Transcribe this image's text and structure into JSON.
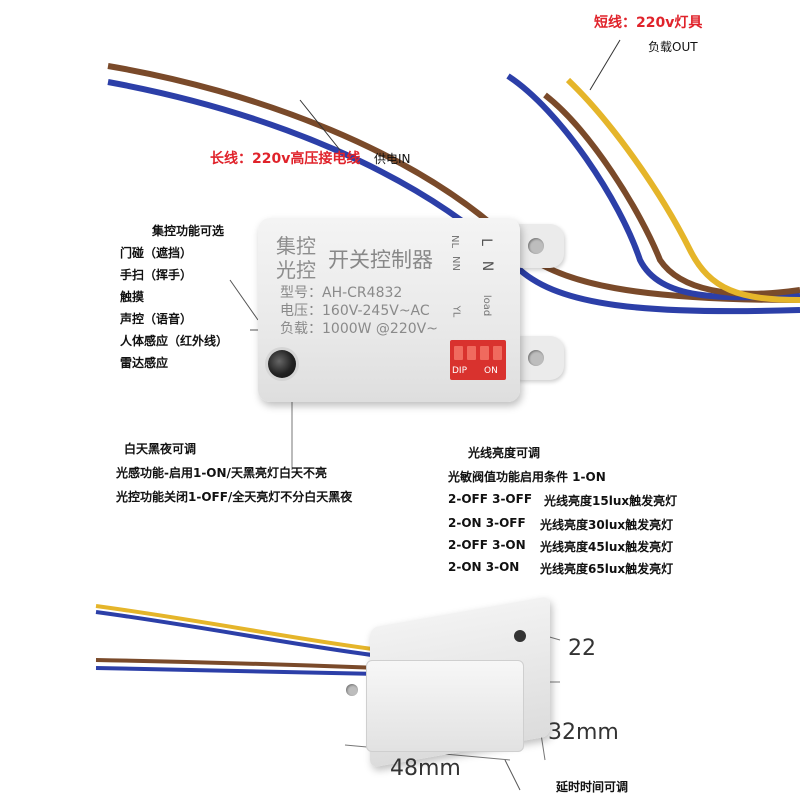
{
  "top_right": {
    "short_wire": "短线：220v灯具",
    "load_out": "负载OUT"
  },
  "long_wire": {
    "label": "长线：220v高压接电线",
    "supply": "供电IN"
  },
  "central_control": {
    "title": "集控功能可选",
    "items": [
      "门碰（遮挡）",
      "手扫（挥手）",
      "触摸",
      "声控（语音）",
      "人体感应（红外线）",
      "雷达感应"
    ]
  },
  "device": {
    "brand_line1": "集控",
    "brand_line2": "光控",
    "name": "开关控制器",
    "model": "型号：AH-CR4832",
    "voltage": "电压：160V-245V~AC",
    "load": "负载：1000W @220V~",
    "terminal_l": "L",
    "terminal_n": "N",
    "terminal_ln": "NL",
    "terminal_nn": "NN",
    "terminal_load": "load",
    "terminal_yl": "YL",
    "dip": "DIP",
    "on": "ON"
  },
  "day_night": {
    "title": "白天黑夜可调",
    "line1": "光感功能-启用1-ON/天黑亮灯白天不亮",
    "line2": "光控功能关闭1-OFF/全天亮灯不分白天黑夜"
  },
  "brightness": {
    "title": "光线亮度可调",
    "condition": "光敏阀值功能启用条件   1-ON",
    "rows": [
      {
        "sw": "2-OFF  3-OFF",
        "desc": "光线亮度15lux触发亮灯"
      },
      {
        "sw": "2-ON  3-OFF",
        "desc": "光线亮度30lux触发亮灯"
      },
      {
        "sw": "2-OFF  3-ON",
        "desc": "光线亮度45lux触发亮灯"
      },
      {
        "sw": "2-ON  3-ON",
        "desc": "光线亮度65lux触发亮灯"
      }
    ]
  },
  "dimensions": {
    "height": "22",
    "width": "32mm",
    "length": "48mm"
  },
  "delay": {
    "title": "延时时间可调"
  }
}
